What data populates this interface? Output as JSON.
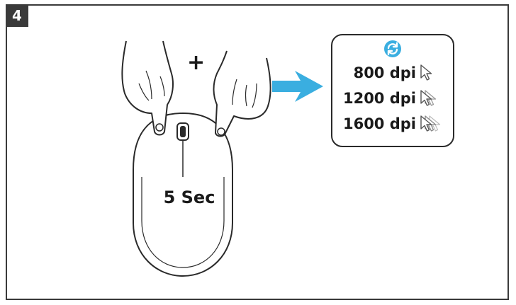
{
  "step": {
    "number": "4"
  },
  "illustration": {
    "plus": "+",
    "duration": "5 Sec"
  },
  "dpi_panel": {
    "icon": "cycle-arrows-icon",
    "accent_color": "#3aaee0",
    "options": [
      {
        "label": "800 dpi",
        "cursor_count": 1
      },
      {
        "label": "1200 dpi",
        "cursor_count": 2
      },
      {
        "label": "1600 dpi",
        "cursor_count": 3
      }
    ]
  }
}
